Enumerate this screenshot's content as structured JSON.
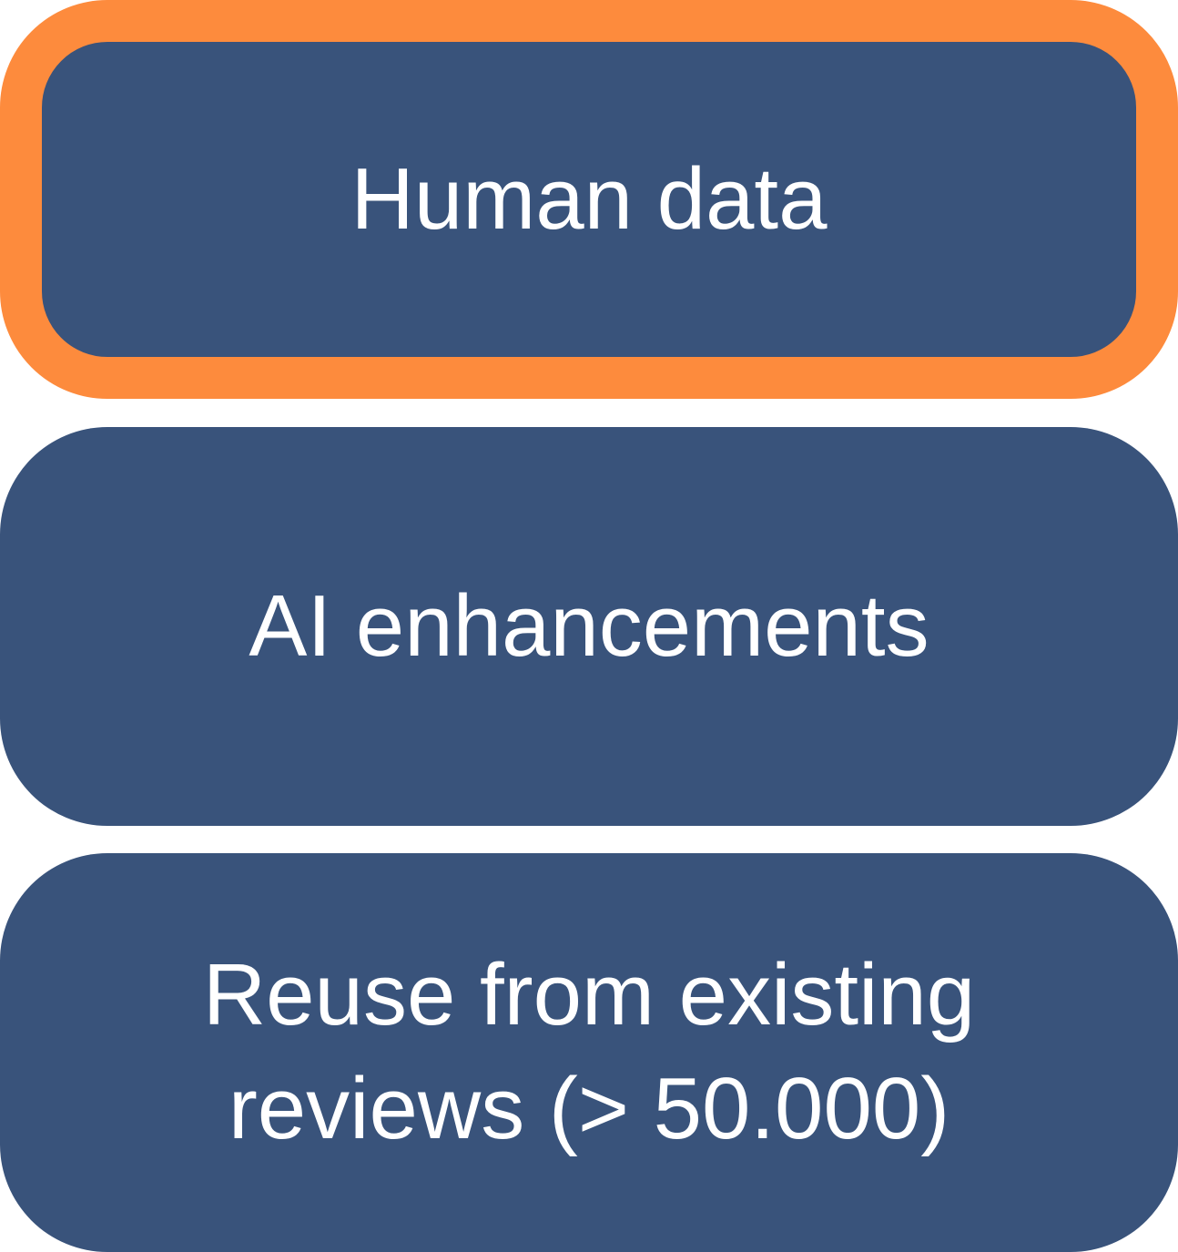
{
  "boxes": [
    {
      "label": "Human data",
      "highlighted": true
    },
    {
      "label": "AI enhancements",
      "highlighted": false
    },
    {
      "label": "Reuse from existing reviews (> 50.000)",
      "highlighted": false
    }
  ],
  "colors": {
    "box_fill": "#39537b",
    "highlight_border": "#fd8b3d",
    "text": "#ffffff",
    "background": "#ffffff"
  }
}
